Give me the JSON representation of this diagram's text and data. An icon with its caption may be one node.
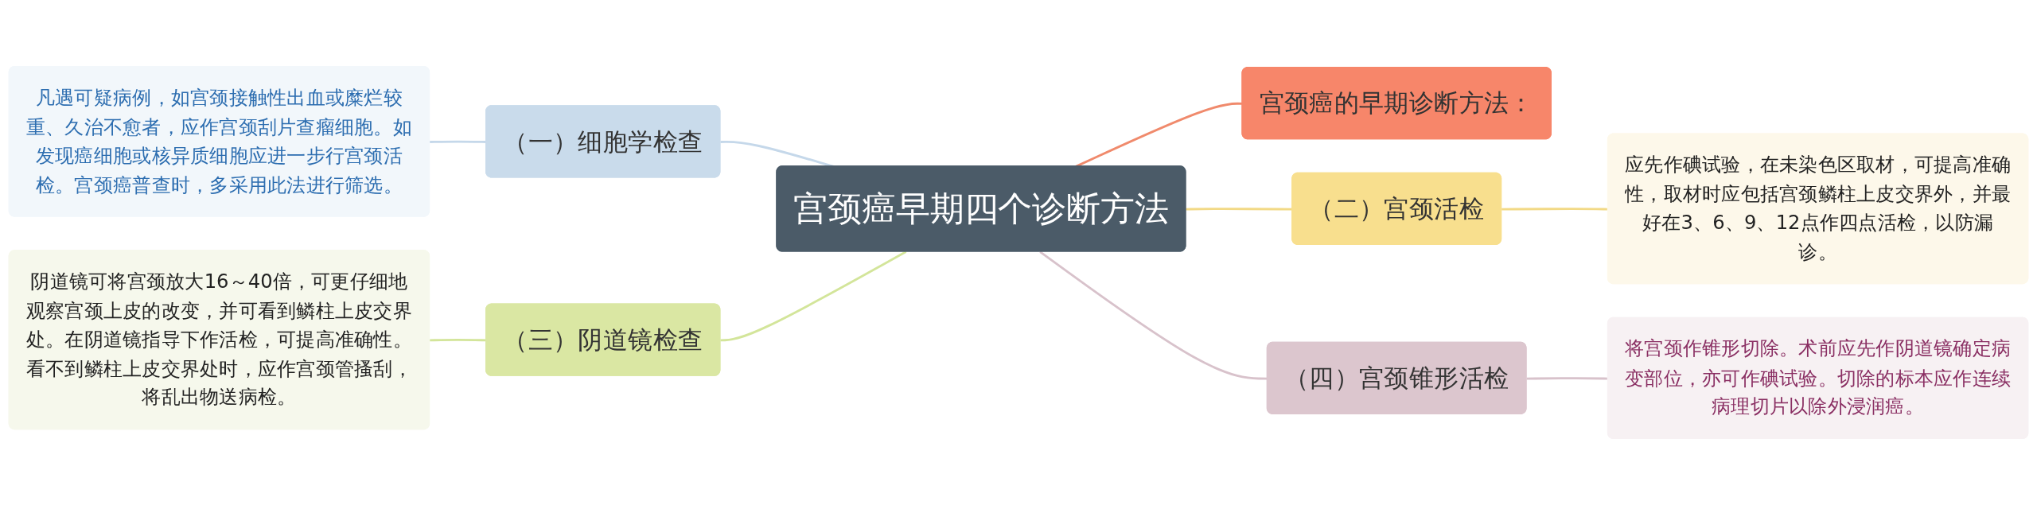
{
  "diagram": {
    "nodes": [
      {
        "text": [
          "宫颈癌早期四个诊断方法"
        ]
      },
      {
        "text": [
          "宫颈癌的早期诊断方法："
        ]
      },
      {
        "text": [
          "（一）细胞学检查"
        ]
      },
      {
        "text": [
          "凡遇可疑病例，如宫颈接触性出血或糜烂较重、久治不愈者，应作宫颈刮片查瘤细胞。如发现癌细胞或核异质细胞应进一步行宫颈活检。宫颈癌普查时，多采用此法进行筛选。"
        ]
      },
      {
        "text": [
          "（二）宫颈活检"
        ]
      },
      {
        "text": [
          "应先作碘试验，在未染色区取材，可提高准确性，取材时应包括宫颈鳞柱上皮交界外，并最好在3、6、9、12点作四点活检，以防漏诊。"
        ]
      },
      {
        "text": [
          "（三）阴道镜检查"
        ]
      },
      {
        "text": [
          "阴道镜可将宫颈放大16～40倍，可更仔细地观察宫颈上皮的改变，并可看到鳞柱上皮交界处。在阴道镜指导下作活检，可提高准确性。看不到鳞柱上皮交界处时，应作宫颈管搔刮，将乱出物送病检。"
        ]
      },
      {
        "text": [
          "（四）宫颈锥形活检"
        ]
      },
      {
        "text": [
          "将宫颈作锥形切除。术前应先作阴道镜确定病变部位，亦可作碘试验。切除的标本应作连续病理切片以除外浸润癌。"
        ]
      }
    ],
    "edges": [
      {
        "from": 3,
        "to": 2,
        "arrow": "none",
        "color": "#c5d8ea"
      },
      {
        "from": 2,
        "to": 0,
        "arrow": "none",
        "color": "#c5d8ea"
      },
      {
        "from": 7,
        "to": 6,
        "arrow": "none",
        "color": "#d3e59a"
      },
      {
        "from": 6,
        "to": 0,
        "arrow": "none",
        "color": "#d3e59a"
      },
      {
        "from": 0,
        "to": 1,
        "arrow": "none",
        "color": "#f08a6c"
      },
      {
        "from": 0,
        "to": 4,
        "arrow": "none",
        "color": "#f2d985"
      },
      {
        "from": 4,
        "to": 5,
        "arrow": "none",
        "color": "#f2d985"
      },
      {
        "from": 0,
        "to": 8,
        "arrow": "none",
        "color": "#d8c2cb"
      },
      {
        "from": 8,
        "to": 9,
        "arrow": "none",
        "color": "#d8c2cb"
      }
    ]
  }
}
